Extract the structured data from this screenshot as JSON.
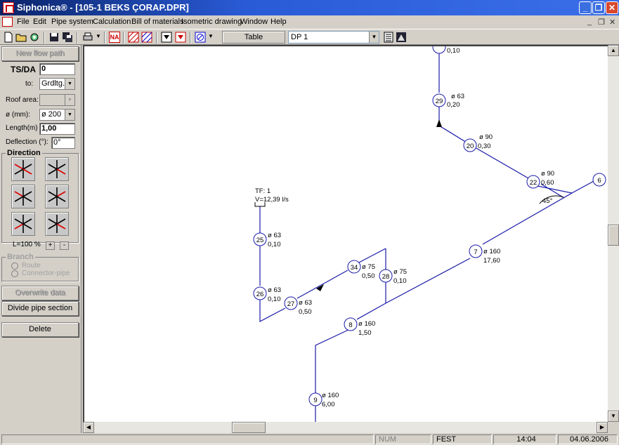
{
  "window": {
    "title": "Siphonica® - [105-1 BEKS ÇORAP.DPR]"
  },
  "menu": [
    "File",
    "Edit",
    "Pipe system",
    "Calculation",
    "Bill of materials",
    "Isometric drawing",
    "Window",
    "Help"
  ],
  "toolbar": {
    "table_label": "Table",
    "dp_select": "DP 1"
  },
  "panel": {
    "new_flow_path": "New flow path",
    "ts_label": "TS/DA",
    "ts_value": "0",
    "to_label": "to:",
    "to_value": "Grdltg.",
    "roof_label": "Roof area:",
    "roof_value": "",
    "dia_label": "ø (mm):",
    "dia_value": "ø 200",
    "length_label": "Length(m) :",
    "length_value": "1,00",
    "deflection_label": "Deflection (°):",
    "deflection_value": "0°",
    "direction_label": "Direction",
    "scale_label": "L=100 %",
    "plus": "+",
    "minus": "-",
    "branch_label": "Branch",
    "route_label": "Route",
    "connector_label": "Connector-pipe",
    "overwrite": "Overwrite data",
    "divide": "Divide pipe section",
    "delete": "Delete"
  },
  "drawing": {
    "nodes": [
      {
        "id": "29",
        "dia": "ø 63",
        "len": "0,20"
      },
      {
        "id": "20",
        "dia": "ø 90",
        "len": "0,30"
      },
      {
        "id": "22",
        "dia": "ø 90",
        "len": "0,60"
      },
      {
        "id": "6",
        "dia": "",
        "len": ""
      },
      {
        "id": "25",
        "dia": "ø 63",
        "len": "0,10"
      },
      {
        "id": "26",
        "dia": "ø 63",
        "len": "0,10"
      },
      {
        "id": "27",
        "dia": "ø 63",
        "len": "0,50"
      },
      {
        "id": "34",
        "dia": "ø 75",
        "len": "0,50"
      },
      {
        "id": "28",
        "dia": "ø 75",
        "len": "0,10"
      },
      {
        "id": "7",
        "dia": "ø 160",
        "len": "17,60"
      },
      {
        "id": "8",
        "dia": "ø 160",
        "len": "1,50"
      },
      {
        "id": "9",
        "dia": "ø 160",
        "len": "6,00"
      }
    ],
    "top_partial_len": "0,10",
    "angle_label": "45°",
    "tf_label": "TF: 1",
    "v_label": "V=12,39 l/s"
  },
  "status": {
    "num": "NUM",
    "mode": "FEST",
    "time": "14:04",
    "date": "04.06.2006"
  }
}
